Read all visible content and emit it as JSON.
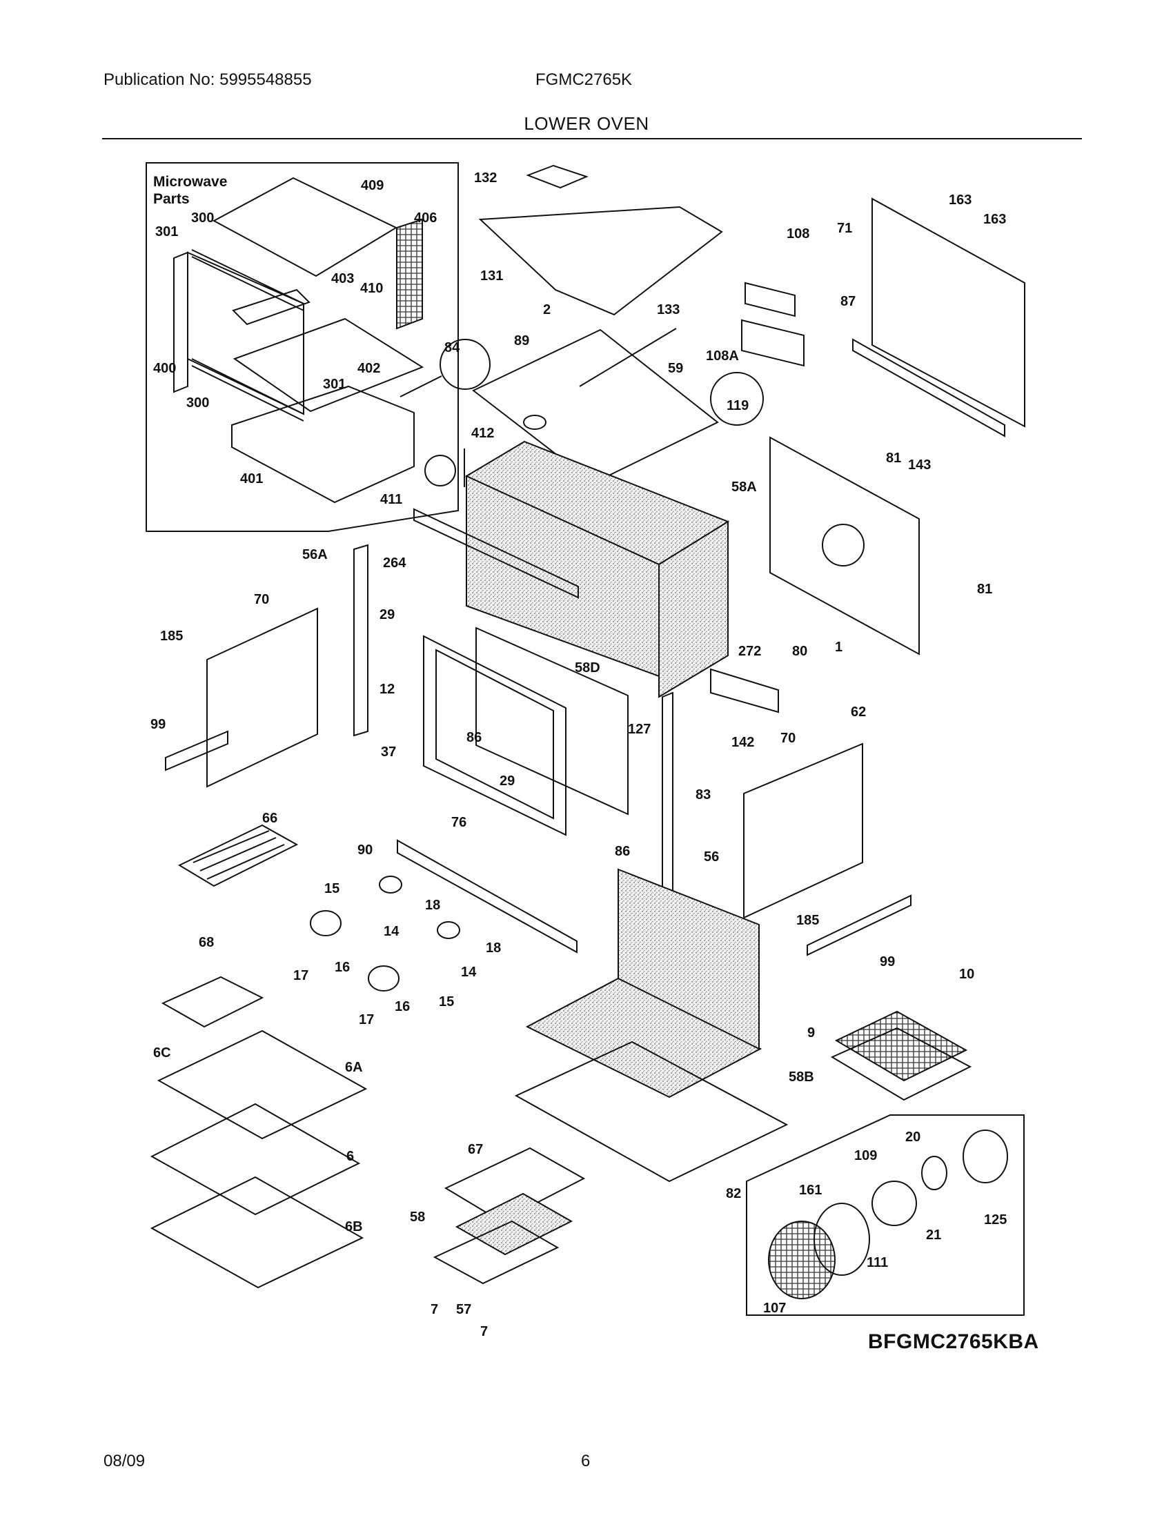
{
  "header": {
    "publication": "Publication No: 5995548855",
    "model": "FGMC2765K",
    "section": "LOWER OVEN"
  },
  "footer": {
    "date": "08/09",
    "page": "6"
  },
  "diagram": {
    "code": "BFGMC2765KBA",
    "microwave_box_title": "Microwave Parts",
    "callouts": {
      "c300a": "300",
      "c301a": "301",
      "c409": "409",
      "c406": "406",
      "c403": "403",
      "c410": "410",
      "c400": "400",
      "c402": "402",
      "c301b": "301",
      "c300b": "300",
      "c84": "84",
      "c401": "401",
      "c412": "412",
      "c411": "411",
      "c132": "132",
      "c131": "131",
      "c2": "2",
      "c133": "133",
      "c89": "89",
      "c59": "59",
      "c108": "108",
      "c108A": "108A",
      "c119": "119",
      "c163a": "163",
      "c163b": "163",
      "c71": "71",
      "c87": "87",
      "c81a": "81",
      "c143": "143",
      "c58A": "58A",
      "c81b": "81",
      "c56A": "56A",
      "c264": "264",
      "c70a": "70",
      "c185a": "185",
      "c29a": "29",
      "c12": "12",
      "c58D": "58D",
      "c272": "272",
      "c80": "80",
      "c1": "1",
      "c99a": "99",
      "c127": "127",
      "c62": "62",
      "c142": "142",
      "c70b": "70",
      "c86a": "86",
      "c29b": "29",
      "c37": "37",
      "c83": "83",
      "c76": "76",
      "c86b": "86",
      "c56": "56",
      "c66": "66",
      "c90": "90",
      "c15a": "15",
      "c18a": "18",
      "c14a": "14",
      "c185b": "185",
      "c68": "68",
      "c18b": "18",
      "c17a": "17",
      "c16a": "16",
      "c14b": "14",
      "c99b": "99",
      "c16b": "16",
      "c15b": "15",
      "c17b": "17",
      "c10": "10",
      "c9": "9",
      "c58B": "58B",
      "c6C": "6C",
      "c6A": "6A",
      "c6": "6",
      "c67": "67",
      "c82": "82",
      "c20": "20",
      "c109": "109",
      "c161": "161",
      "c21": "21",
      "c125": "125",
      "c58": "58",
      "c6B": "6B",
      "c111": "111",
      "c107": "107",
      "c7a": "7",
      "c57": "57",
      "c7b": "7"
    }
  }
}
